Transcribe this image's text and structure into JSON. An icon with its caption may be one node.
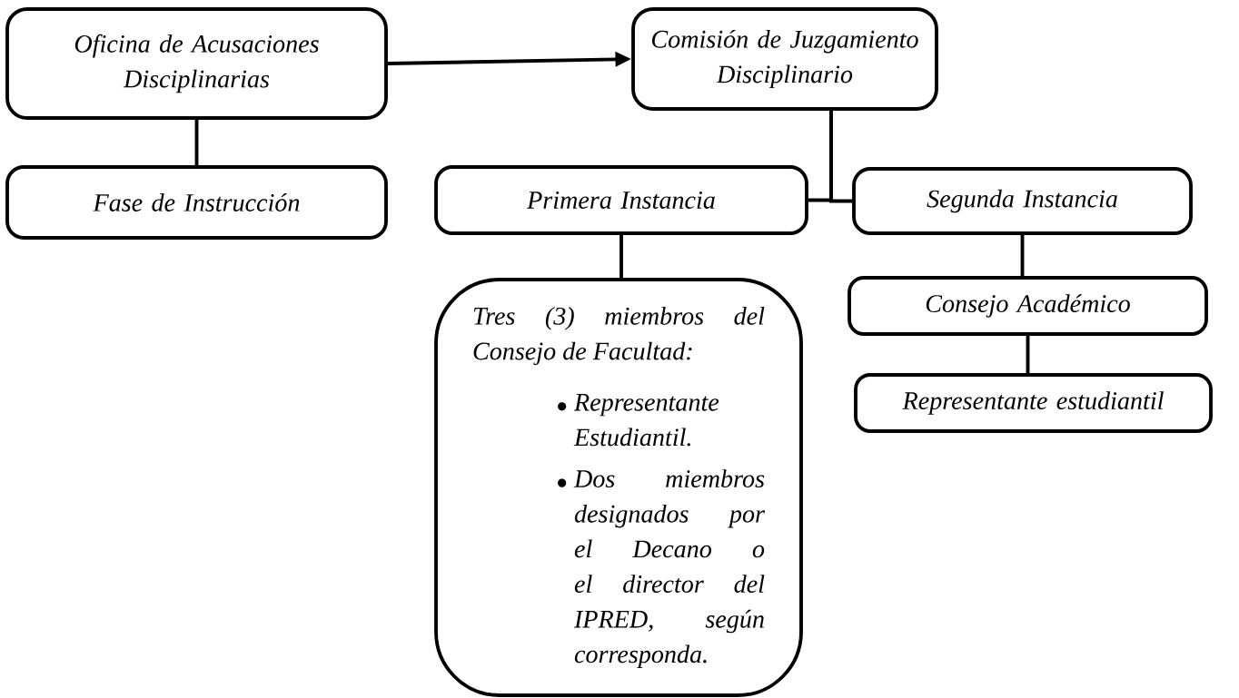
{
  "diagram": {
    "nodes": [
      {
        "text": [
          "Oficina de Acusaciones Disciplinarias"
        ]
      },
      {
        "text": [
          "Comisión de Juzgamiento Disciplinario"
        ]
      },
      {
        "text": [
          "Fase de Instrucción"
        ]
      },
      {
        "text": [
          "Primera Instancia"
        ]
      },
      {
        "text": [
          "Segunda Instancia"
        ]
      },
      {
        "text": [
          "Tres (3) miembros del Consejo de Facultad:",
          "Representante Estudiantil.",
          "Dos miembros designados por el Decano o el director del IPRED, según corresponda."
        ]
      },
      {
        "text": [
          "Consejo Académico"
        ]
      },
      {
        "text": [
          "Representante estudiantil"
        ]
      }
    ],
    "edges": [
      {
        "from": 0,
        "to": 1,
        "arrow": "to"
      },
      {
        "from": 0,
        "to": 2,
        "arrow": "none"
      },
      {
        "from": 1,
        "to": 3,
        "arrow": "none"
      },
      {
        "from": 1,
        "to": 4,
        "arrow": "none"
      },
      {
        "from": 3,
        "to": 5,
        "arrow": "none"
      },
      {
        "from": 4,
        "to": 6,
        "arrow": "none"
      },
      {
        "from": 6,
        "to": 7,
        "arrow": "none"
      }
    ]
  }
}
